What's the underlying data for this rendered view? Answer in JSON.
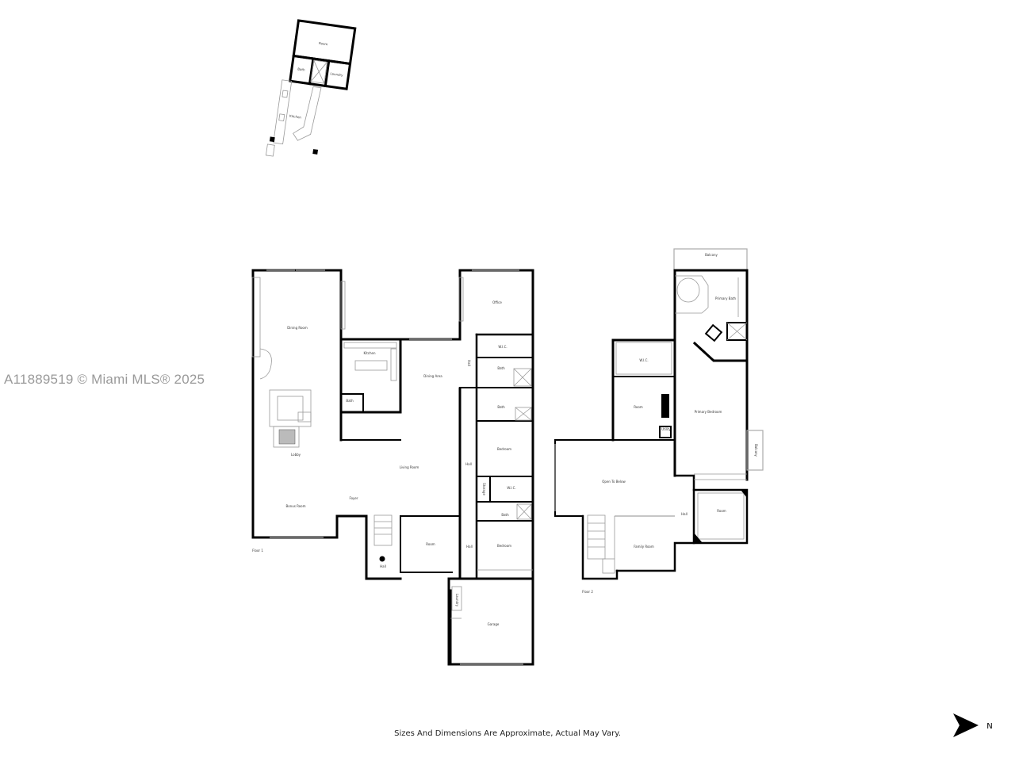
{
  "watermark": "A11889519 © Miami MLS® 2025",
  "disclaimer": "Sizes And Dimensions Are Approximate, Actual May Vary.",
  "compass": {
    "icon": "north-arrow-icon",
    "label": "N"
  },
  "outbuilding": {
    "rooms": {
      "room": "Room",
      "bath": "Bath",
      "laundry": "Laundry",
      "kitchen": "Kitchen"
    }
  },
  "floor1": {
    "label": "Floor 1",
    "rooms": {
      "dining_room": "Dining Room",
      "kitchen": "Kitchen",
      "bath_kitchen": "Bath",
      "dining_area": "Dining Area",
      "office": "Office",
      "wic_1": "W.I.C.",
      "bath_1": "Bath",
      "bath_2": "Bath",
      "hall_upper": "Hall",
      "bedroom_1": "Bedroom",
      "lobby": "Lobby",
      "living_room": "Living Room",
      "hall_mid": "Hall",
      "storage": "Storage",
      "wic_2": "W.I.C.",
      "bath_3": "Bath",
      "bonus_room": "Bonus Room",
      "foyer": "Foyer",
      "room": "Room",
      "hall_lower": "Hall",
      "bedroom_2": "Bedroom",
      "hall_entry": "Hall",
      "laundry": "Laundry",
      "garage": "Garage"
    }
  },
  "floor2": {
    "label": "Floor 2",
    "rooms": {
      "balcony_top": "Balcony",
      "primary_bath": "Primary Bath",
      "wic": "W.I.C.",
      "room_1": "Room",
      "primary_bedroom": "Primary Bedroom",
      "utility": "Utility",
      "balcony_side": "Balcony",
      "open_to_below": "Open To Below",
      "hall": "Hall",
      "room_2": "Room",
      "family_room": "Family Room"
    }
  }
}
